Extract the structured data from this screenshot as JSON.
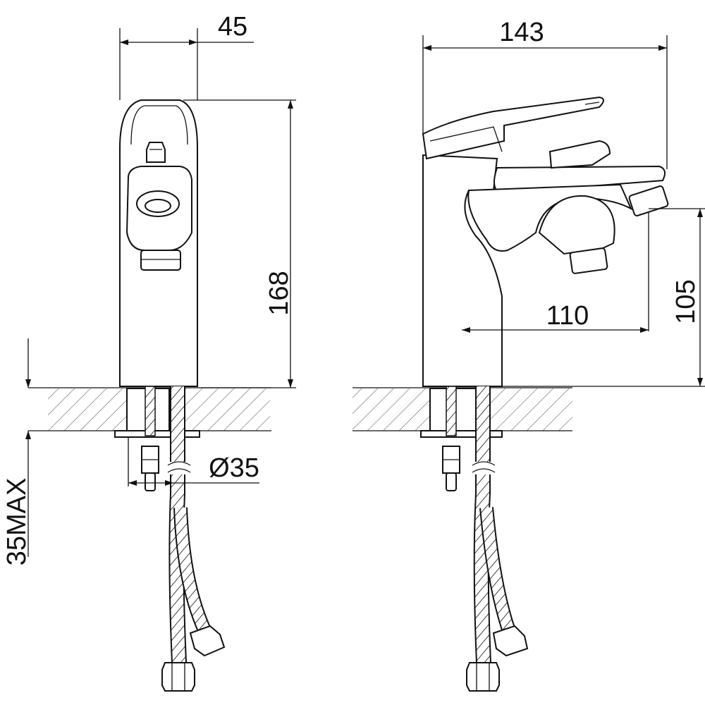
{
  "dimensions": {
    "front_width": "45",
    "front_height": "168",
    "hole_diameter": "Ø35",
    "deck_thickness": "35MAX",
    "side_depth": "143",
    "spout_reach": "110",
    "spout_height": "105"
  },
  "colors": {
    "line": "#111111",
    "hatch": "#777777",
    "background": "#ffffff"
  },
  "icons": {
    "arrowhead": "filled-triangle-arrow"
  }
}
